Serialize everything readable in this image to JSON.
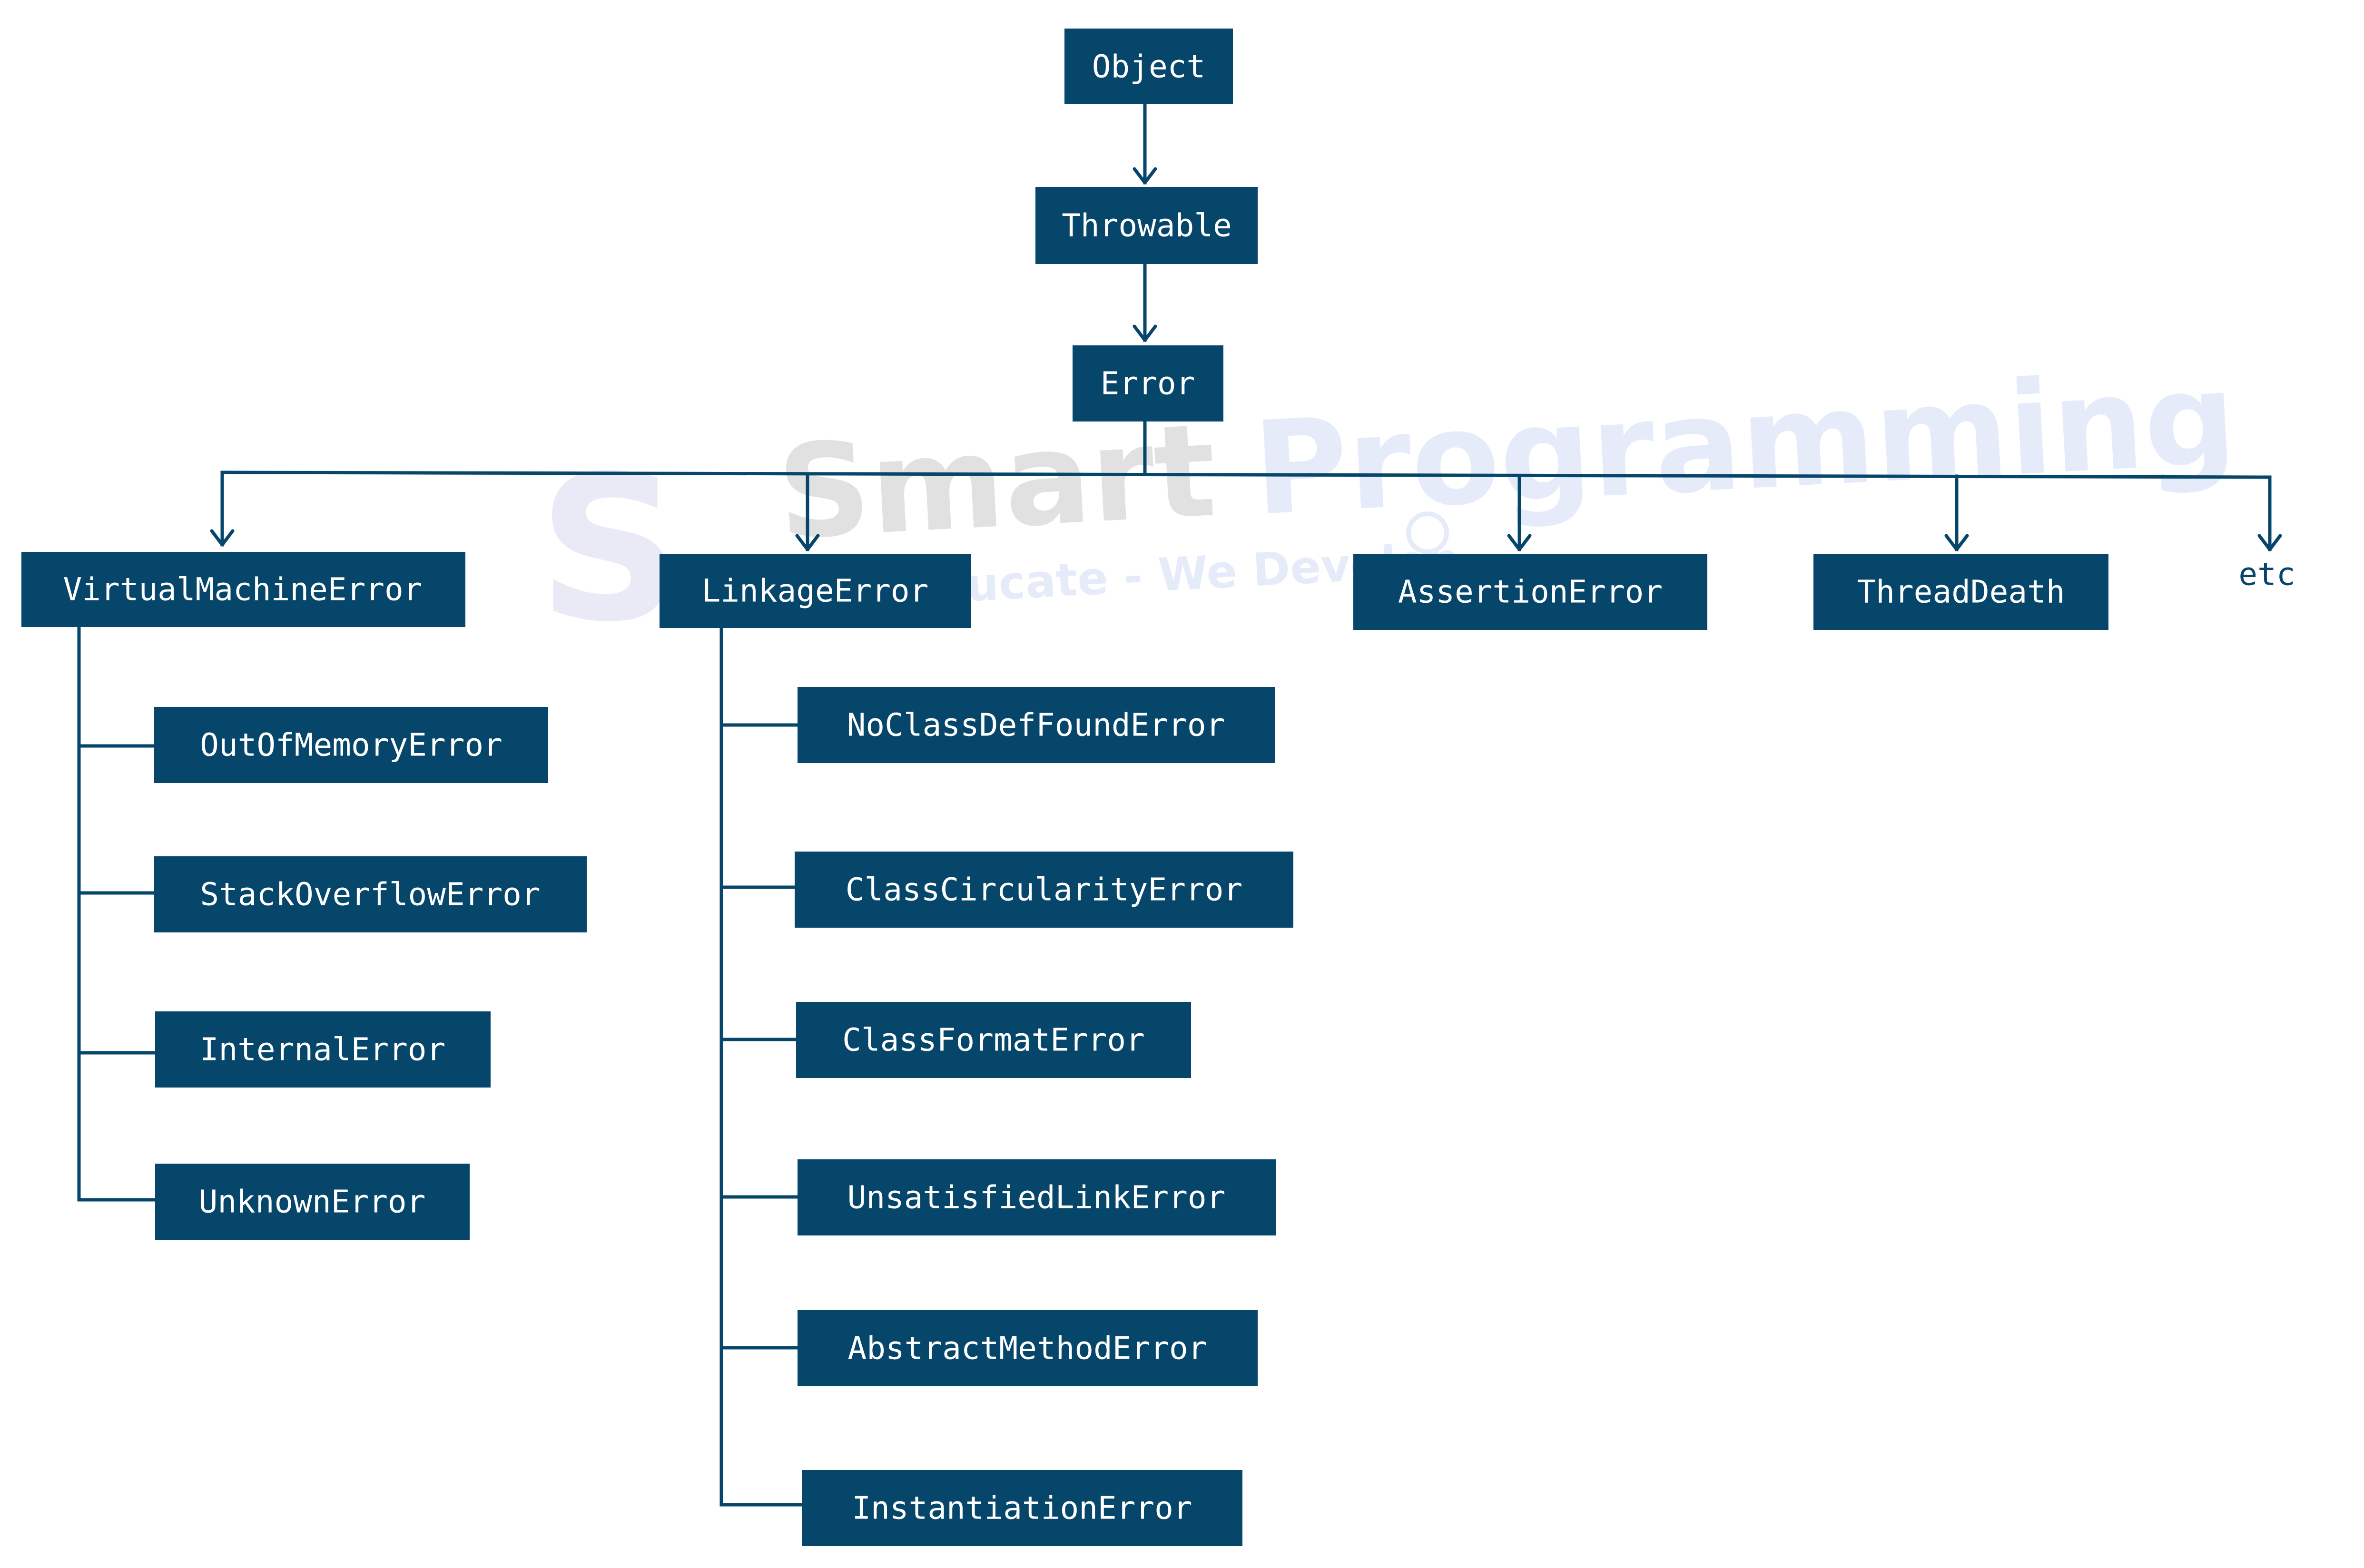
{
  "colors": {
    "node_fill": "#06466a",
    "node_text": "#ffffff",
    "line": "#06466a",
    "watermark_grey": "#c8c8c8",
    "watermark_blue": "#d2daf5"
  },
  "watermark": {
    "logo_letter": "S",
    "brand_part1": "Smart",
    "brand_part2": "Programming",
    "tagline": "Educate - We Develop"
  },
  "nodes": {
    "object": "Object",
    "throwable": "Throwable",
    "error": "Error",
    "virtual_machine_error": "VirtualMachineError",
    "linkage_error": "LinkageError",
    "assertion_error": "AssertionError",
    "thread_death": "ThreadDeath",
    "etc": "etc",
    "vm_children": [
      "OutOfMemoryError",
      "StackOverflowError",
      "InternalError",
      "UnknownError"
    ],
    "linkage_children": [
      "NoClassDefFoundError",
      "ClassCircularityError",
      "ClassFormatError",
      "UnsatisfiedLinkError",
      "AbstractMethodError",
      "InstantiationError"
    ]
  }
}
